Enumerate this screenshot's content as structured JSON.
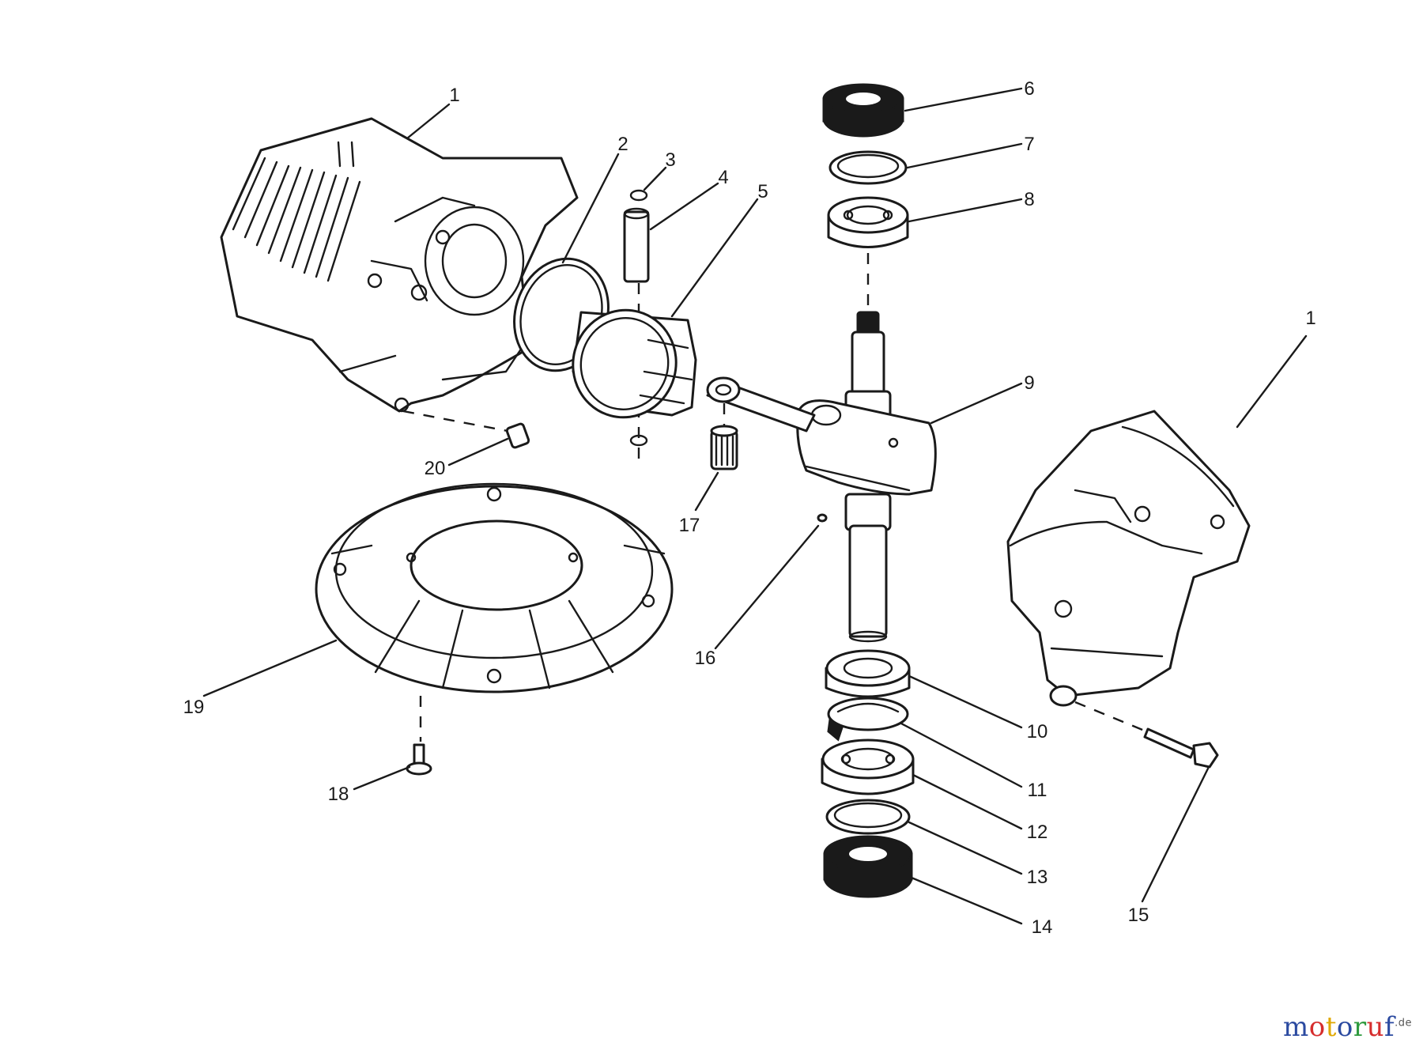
{
  "callouts": [
    {
      "id": "1a",
      "label": "1"
    },
    {
      "id": "1b",
      "label": "1"
    },
    {
      "id": "2",
      "label": "2"
    },
    {
      "id": "3",
      "label": "3"
    },
    {
      "id": "4",
      "label": "4"
    },
    {
      "id": "5",
      "label": "5"
    },
    {
      "id": "6",
      "label": "6"
    },
    {
      "id": "7",
      "label": "7"
    },
    {
      "id": "8",
      "label": "8"
    },
    {
      "id": "9",
      "label": "9"
    },
    {
      "id": "10",
      "label": "10"
    },
    {
      "id": "11",
      "label": "11"
    },
    {
      "id": "12",
      "label": "12"
    },
    {
      "id": "13",
      "label": "13"
    },
    {
      "id": "14",
      "label": "14"
    },
    {
      "id": "15",
      "label": "15"
    },
    {
      "id": "16",
      "label": "16"
    },
    {
      "id": "17",
      "label": "17"
    },
    {
      "id": "18",
      "label": "18"
    },
    {
      "id": "19",
      "label": "19"
    },
    {
      "id": "20",
      "label": "20"
    }
  ],
  "watermark": {
    "letters": [
      {
        "ch": "m",
        "color": "#2b4aa0"
      },
      {
        "ch": "o",
        "color": "#d62d2d"
      },
      {
        "ch": "t",
        "color": "#e0a800"
      },
      {
        "ch": "o",
        "color": "#2b4aa0"
      },
      {
        "ch": "r",
        "color": "#2e9a3e"
      },
      {
        "ch": "u",
        "color": "#d62d2d"
      },
      {
        "ch": "f",
        "color": "#2b4aa0"
      }
    ],
    "suffix": ".de"
  }
}
